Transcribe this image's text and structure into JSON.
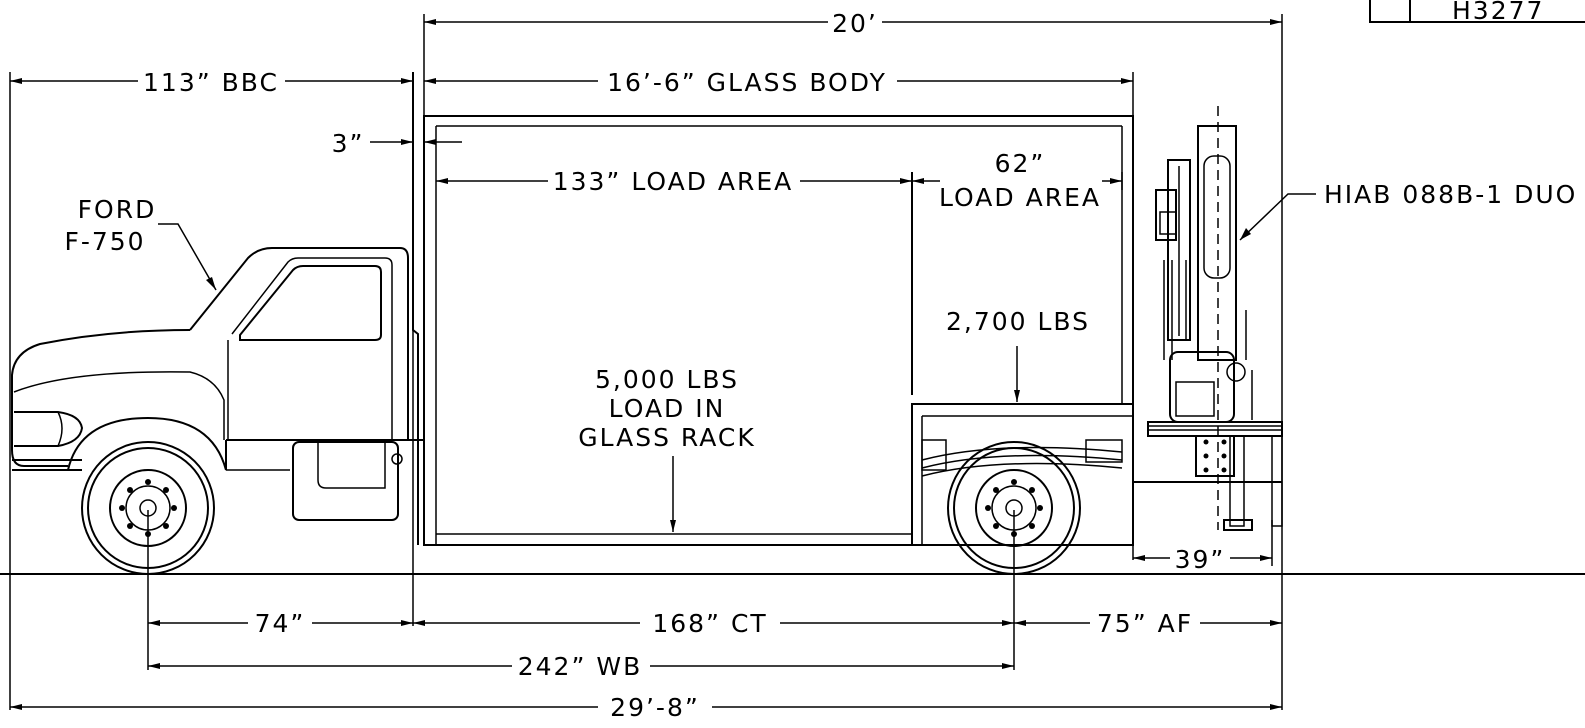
{
  "drawing_number": "H3277",
  "dimensions": {
    "overall_body_top": "20’",
    "bbc": "113” BBC",
    "glass_body": "16’-6” GLASS BODY",
    "wall_thickness": "3”",
    "load_area_front": "133” LOAD AREA",
    "load_area_rear_value": "62”",
    "load_area_rear_label": "LOAD AREA",
    "crane_overhang": "39”",
    "front_to_cab": "74”",
    "cab_to_tandem": "168” CT",
    "after_frame": "75” AF",
    "wheelbase": "242” WB",
    "overall_length": "29’-8”"
  },
  "labels": {
    "truck_model_line1": "FORD",
    "truck_model_line2": "F-750",
    "crane_model": "HIAB 088B-1 DUO",
    "rear_capacity": "2,700 LBS",
    "rack_capacity_line1": "5,000 LBS",
    "rack_capacity_line2": "LOAD IN",
    "rack_capacity_line3": "GLASS RACK"
  }
}
